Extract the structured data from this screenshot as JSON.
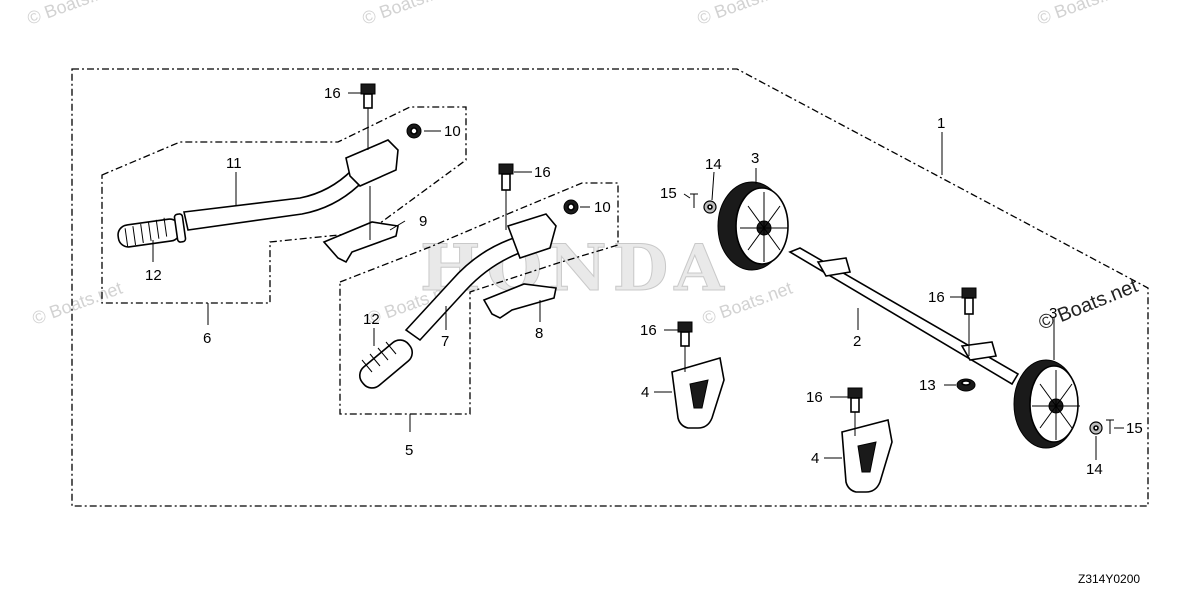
{
  "callouts": {
    "c1": "1",
    "c2": "2",
    "c3a": "3",
    "c3b": "3",
    "c4a": "4",
    "c4b": "4",
    "c5": "5",
    "c6": "6",
    "c7": "7",
    "c8": "8",
    "c9": "9",
    "c10a": "10",
    "c10b": "10",
    "c11": "11",
    "c12a": "12",
    "c12b": "12",
    "c13": "13",
    "c14a": "14",
    "c14b": "14",
    "c15a": "15",
    "c15b": "15",
    "c16a": "16",
    "c16b": "16",
    "c16c": "16",
    "c16d": "16",
    "c16e": "16"
  },
  "watermarks": {
    "boats_net": "© Boats.net",
    "boats_net_big": "© Boats.net",
    "brand": "HONDA"
  },
  "diagram_code": "Z314Y0200"
}
